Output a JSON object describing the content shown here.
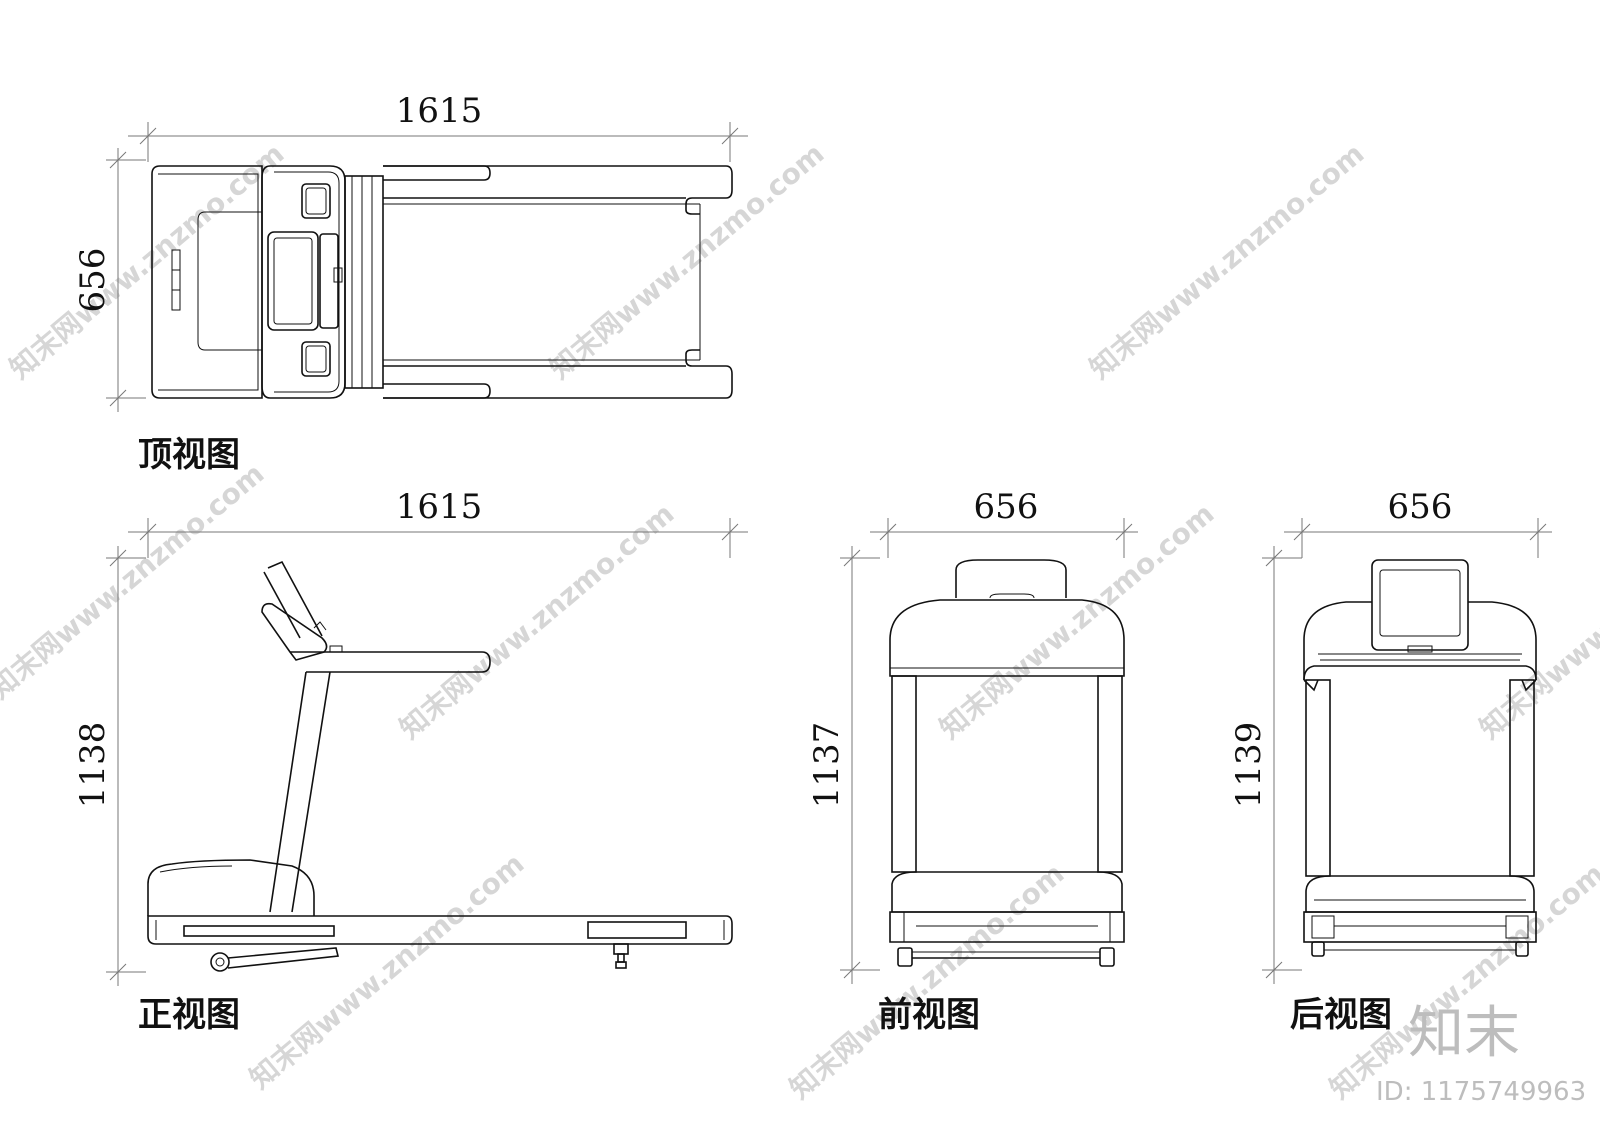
{
  "views": {
    "top": {
      "label": "顶视图",
      "width_dim": "1615",
      "depth_dim": "656"
    },
    "side": {
      "label": "正视图",
      "width_dim": "1615",
      "height_dim": "1138"
    },
    "front": {
      "label": "前视图",
      "width_dim": "656",
      "height_dim": "1137"
    },
    "back": {
      "label": "后视图",
      "width_dim": "656",
      "height_dim": "1139"
    }
  },
  "watermark": {
    "text": "知末网www.znzmo.com",
    "logo_text": "知末",
    "id_text": "ID: 1175749963"
  }
}
